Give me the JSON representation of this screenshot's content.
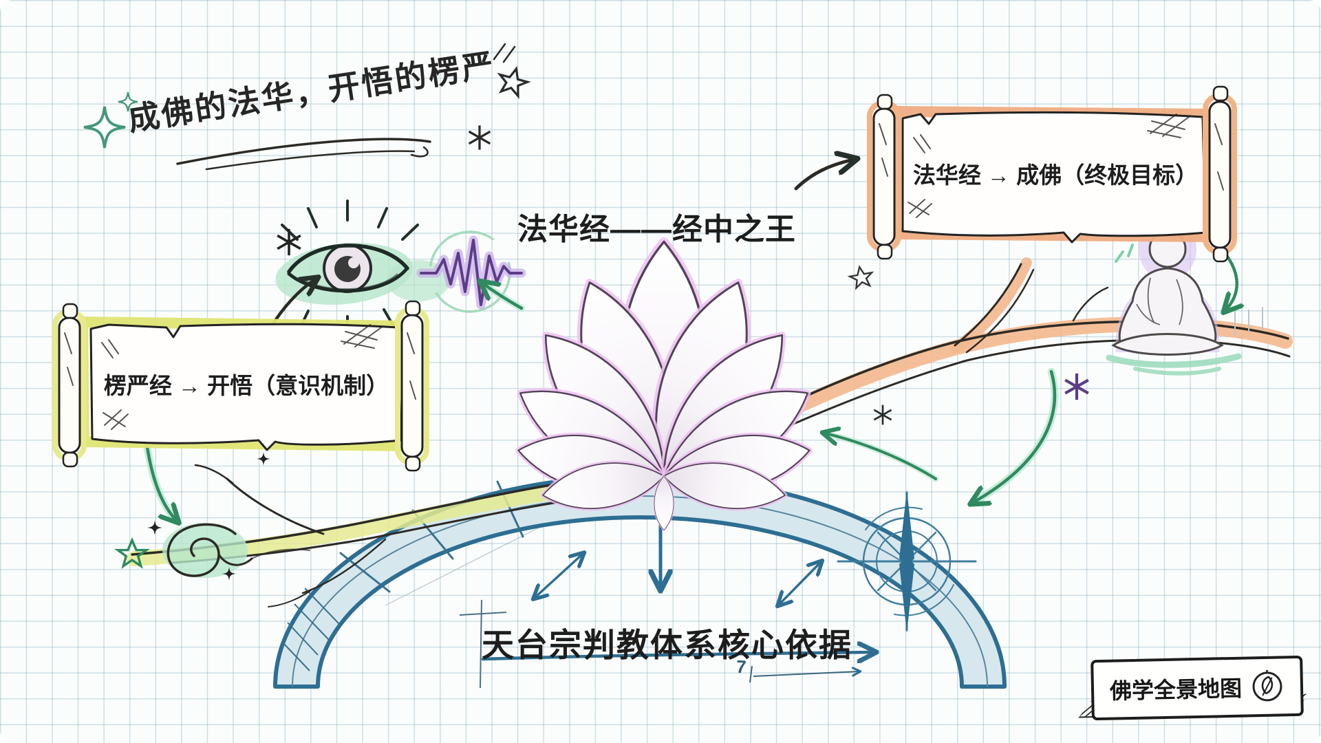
{
  "texts": {
    "slogan": "成佛的法华，开悟的楞严",
    "center_title": "法华经——经中之王"
  },
  "nodes": {
    "fahua": {
      "label": "法华经 → 成佛（终极目标）",
      "accent": "#f0ab80"
    },
    "lengyan": {
      "label": "楞严经 → 开悟（意识机制）",
      "accent": "#e0e573"
    },
    "tiantai": {
      "label": "天台宗判教体系核心依据",
      "accent": "#2d6e92"
    }
  },
  "badge": {
    "label": "佛学全景地图",
    "icon": "leaf-compass-icon"
  },
  "annotations": {
    "dimension_mark": "7"
  },
  "icons": [
    {
      "name": "lotus-icon",
      "shape": "layered-petal flower, white with pink edges"
    },
    {
      "name": "eye-icon",
      "shape": "sketched eye with rays, mint highlight"
    },
    {
      "name": "brainwave-icon",
      "shape": "purple EKG waveform in green circle"
    },
    {
      "name": "buddha-icon",
      "shape": "seated meditating buddha with purple aura"
    },
    {
      "name": "compass-rose-icon",
      "shape": "blue 8-point compass on arch"
    },
    {
      "name": "leaf-compass-icon",
      "shape": "circle with leaf needle"
    },
    {
      "name": "spiral-at-icon",
      "shape": "green @-like swirl"
    },
    {
      "name": "sparkle-icon",
      "shape": "4-point sparkle"
    },
    {
      "name": "star-icon",
      "shape": "5-point outline star"
    },
    {
      "name": "asterisk-icon",
      "shape": "6-spoke asterisk"
    }
  ],
  "colors": {
    "ink": "#27251f",
    "lotus_pink": "#eebcf4",
    "mint_green": "#b7e6cd",
    "arrow_green": "#2f8a60",
    "wave_purple": "#5c3d85",
    "arch_blue": "#2d6e92",
    "arch_fill": "#d6e8ed",
    "scroll_orange": "#f0ab80",
    "scroll_yellow": "#e0e573",
    "grid_line": "#c3d8e0"
  }
}
